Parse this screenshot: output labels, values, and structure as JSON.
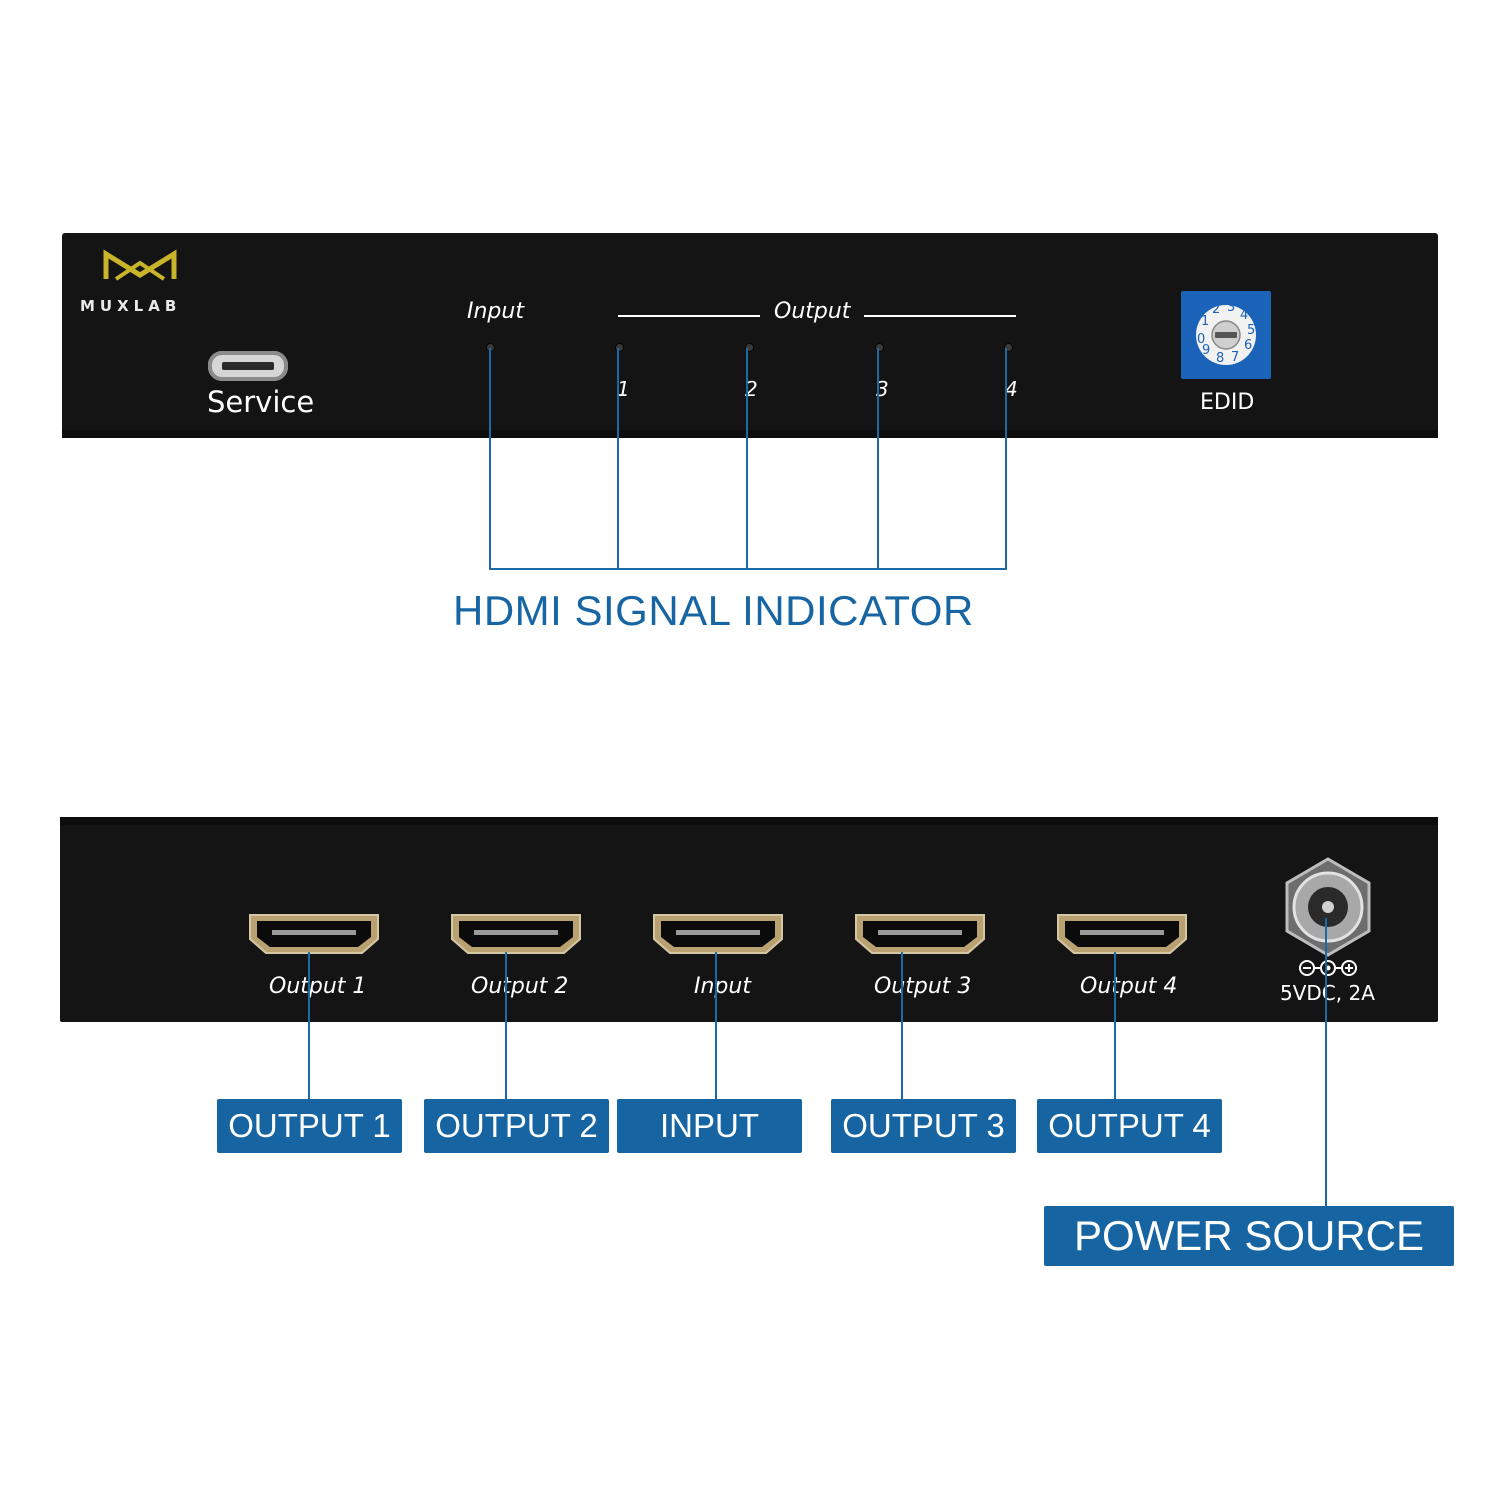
{
  "front_panel": {
    "logo_text": "MUXLAB",
    "service_label": "Service",
    "input_label": "Input",
    "output_label": "Output",
    "led_numbers": [
      "1",
      "2",
      "3",
      "4"
    ],
    "edid_label": "EDID",
    "edid_digits": [
      "0",
      "1",
      "2",
      "3",
      "4",
      "5",
      "6",
      "7",
      "8",
      "9"
    ]
  },
  "rear_panel": {
    "port_labels": [
      "Output 1",
      "Output 2",
      "Input",
      "Output 3",
      "Output 4"
    ],
    "power_label": "5VDC, 2A"
  },
  "callouts": {
    "signal_indicator": "HDMI SIGNAL INDICATOR",
    "port_tags": [
      "OUTPUT 1",
      "OUTPUT 2",
      "INPUT",
      "OUTPUT 3",
      "OUTPUT 4"
    ],
    "power_tag": "POWER SOURCE"
  },
  "colors": {
    "panel": "#151414",
    "callout_blue": "#1665a2",
    "logo_gold": "#c9b52a",
    "edid_blue": "#1b63b8"
  }
}
